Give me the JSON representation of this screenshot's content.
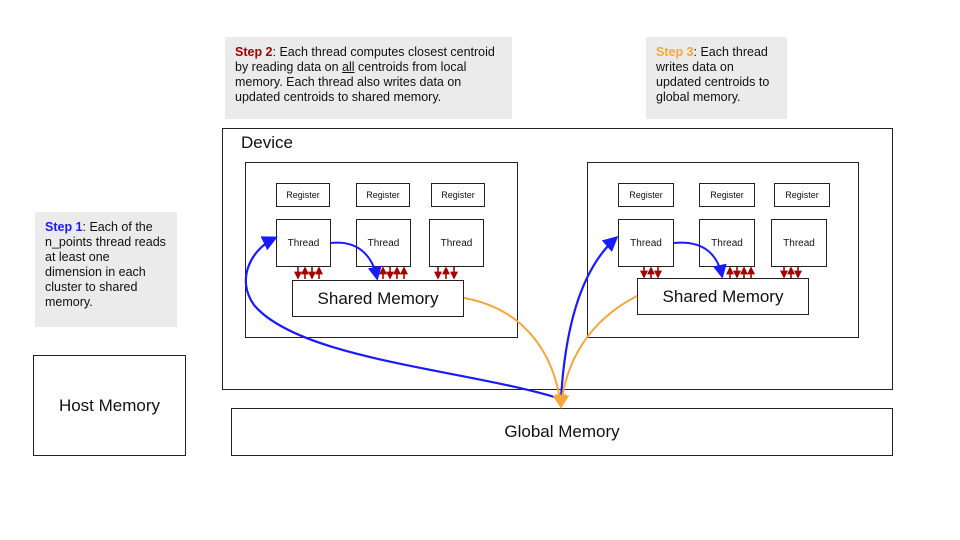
{
  "notes": {
    "step2": {
      "label": "Step 2",
      "text_a": ": Each thread computes closest centroid by reading data on ",
      "underline": "all",
      "text_b": " centroids from local memory. Each thread also writes data on updated centroids to shared memory."
    },
    "step3": {
      "label": "Step 3",
      "text": ": Each thread writes data on updated centroids to global memory."
    },
    "step1": {
      "label": "Step 1",
      "text": ": Each of the n_points thread reads at least one dimension in each cluster to shared memory."
    }
  },
  "device": {
    "title": "Device"
  },
  "host_memory": {
    "label": "Host Memory"
  },
  "global_memory": {
    "label": "Global Memory"
  },
  "blocks": [
    {
      "registers": [
        "Register",
        "Register",
        "Register"
      ],
      "threads": [
        "Thread",
        "Thread",
        "Thread"
      ],
      "shared_memory": "Shared Memory"
    },
    {
      "registers": [
        "Register",
        "Register",
        "Register"
      ],
      "threads": [
        "Thread",
        "Thread",
        "Thread"
      ],
      "shared_memory": "Shared Memory"
    }
  ],
  "colors": {
    "step1": "#1a1aff",
    "step2": "#a30000",
    "step3": "#f4a640",
    "note_bg": "#ebebeb"
  }
}
